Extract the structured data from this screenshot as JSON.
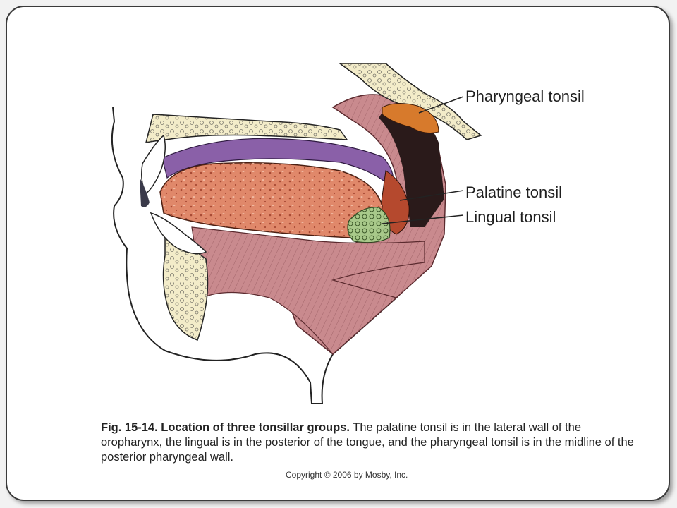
{
  "figure": {
    "labels": {
      "pharyngeal": "Pharyngeal tonsil",
      "palatine": "Palatine tonsil",
      "lingual": "Lingual tonsil"
    },
    "caption_title": "Fig. 15-14. Location of three tonsillar groups.",
    "caption_body": " The palatine tonsil is in the lateral wall of the oropharynx, the lingual is in the posterior of the tongue, and the pharyngeal tonsil is in the midline of the posterior pharyngeal wall.",
    "copyright": "Copyright © 2006 by Mosby, Inc."
  },
  "colors": {
    "tongue": "#e0886a",
    "palate": "#8a60a8",
    "muscle": "#c98a8e",
    "bone": "#f3ecc9",
    "lingual_tonsil": "#a8c98a",
    "palatine_tonsil": "#b5492e",
    "pharyngeal_tonsil": "#d77a2c"
  }
}
